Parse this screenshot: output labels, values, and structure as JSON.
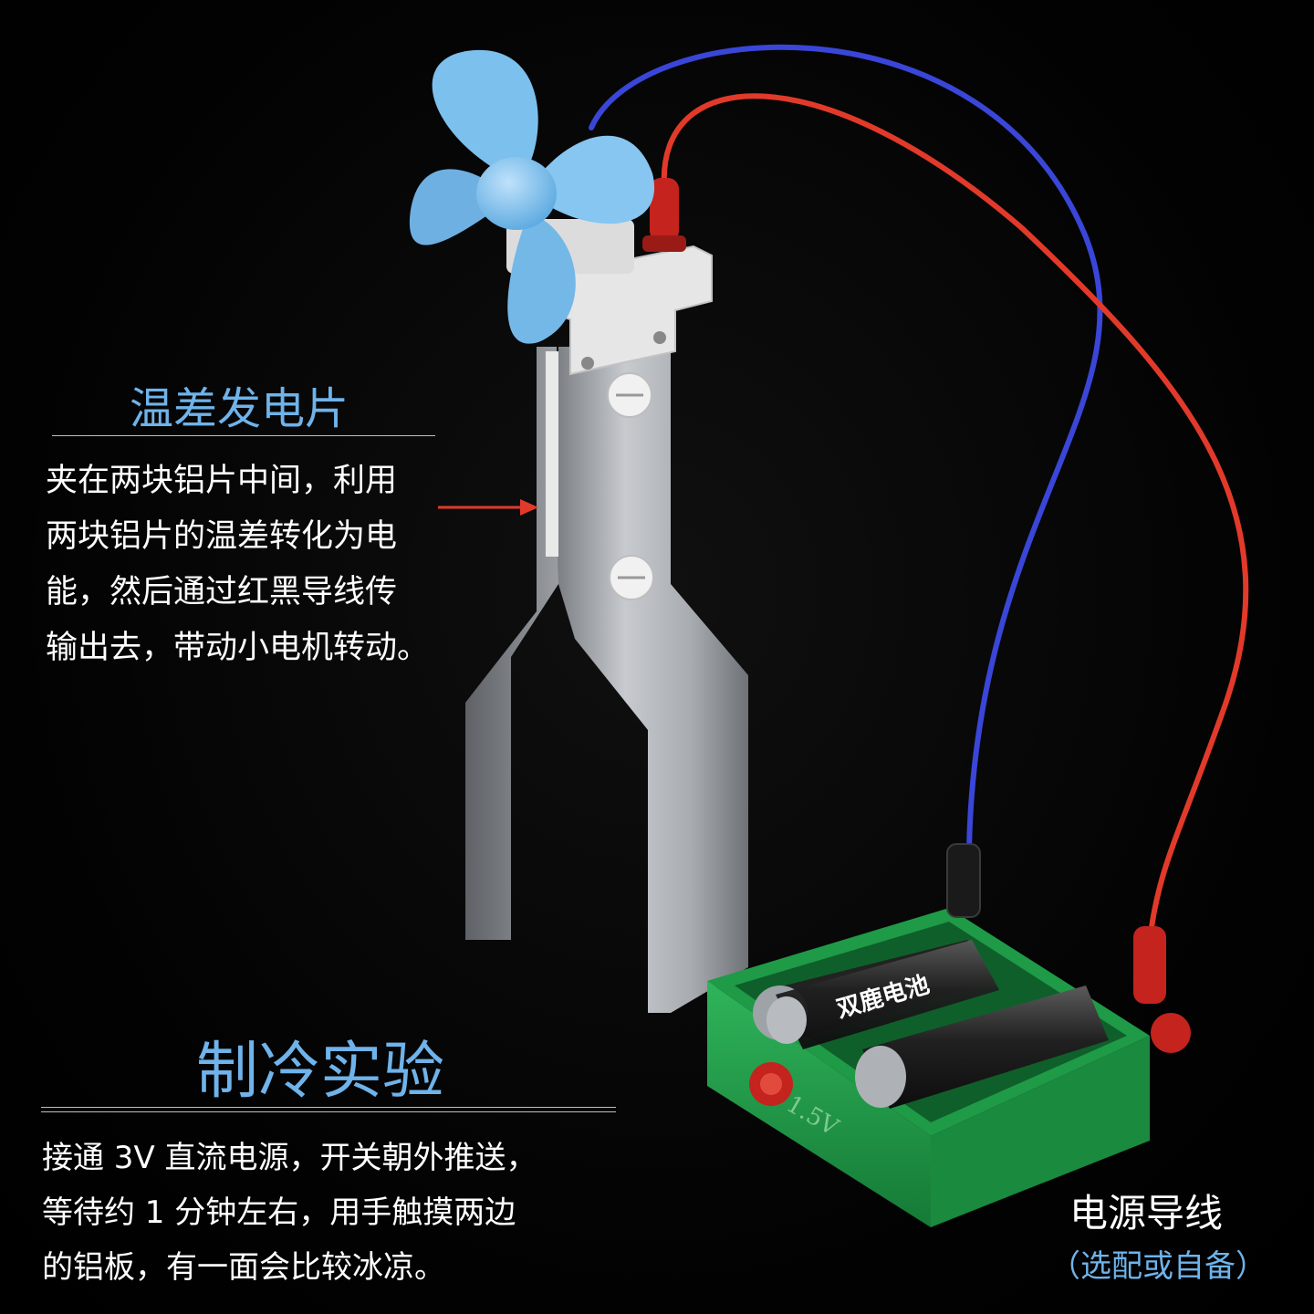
{
  "sections": {
    "thermo_chip": {
      "title": "温差发电片",
      "lines": [
        "夹在两块铝片中间，利用",
        "两块铝片的温差转化为电",
        "能，然后通过红黑导线传",
        "输出去，带动小电机转动。"
      ]
    },
    "cooling": {
      "title": "制冷实验",
      "lines": [
        "接通 3V 直流电源，开关朝外推送，",
        "等待约 1 分钟左右，用手触摸两边",
        "的铝板，有一面会比较冰凉。"
      ]
    },
    "power": {
      "title": "电源导线",
      "subtitle": "（选配或自备）"
    }
  },
  "battery": {
    "brand": "双鹿电池",
    "voltage": "1.5V"
  },
  "colors": {
    "accent_blue": "#6fb3ea",
    "fan_blue": "#7cc0ee",
    "battery_box_green": "#1f9a47",
    "wire_red": "#e23a2a",
    "wire_blue": "#3a46d8"
  }
}
